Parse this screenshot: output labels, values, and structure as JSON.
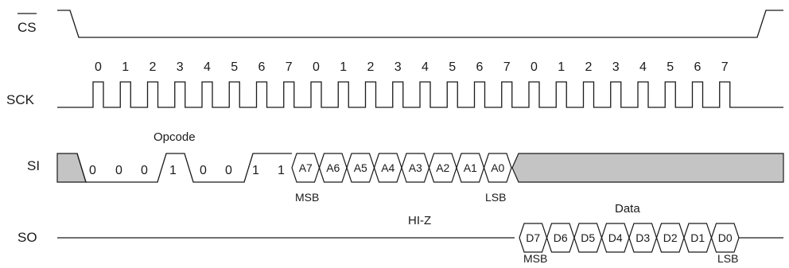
{
  "signals": {
    "cs": "CS",
    "sck": "SCK",
    "si": "SI",
    "so": "SO"
  },
  "clock_labels": [
    "0",
    "1",
    "2",
    "3",
    "4",
    "5",
    "6",
    "7",
    "0",
    "1",
    "2",
    "3",
    "4",
    "5",
    "6",
    "7",
    "0",
    "1",
    "2",
    "3",
    "4",
    "5",
    "6",
    "7"
  ],
  "opcode": {
    "title": "Opcode",
    "bits": [
      "0",
      "0",
      "0",
      "1",
      "0",
      "0",
      "1",
      "1"
    ]
  },
  "address": {
    "bits": [
      "A7",
      "A6",
      "A5",
      "A4",
      "A3",
      "A2",
      "A1",
      "A0"
    ],
    "msb": "MSB",
    "lsb": "LSB"
  },
  "so_state": "HI-Z",
  "data": {
    "title": "Data",
    "bits": [
      "D7",
      "D6",
      "D5",
      "D4",
      "D3",
      "D2",
      "D1",
      "D0"
    ],
    "msb": "MSB",
    "lsb": "LSB"
  }
}
